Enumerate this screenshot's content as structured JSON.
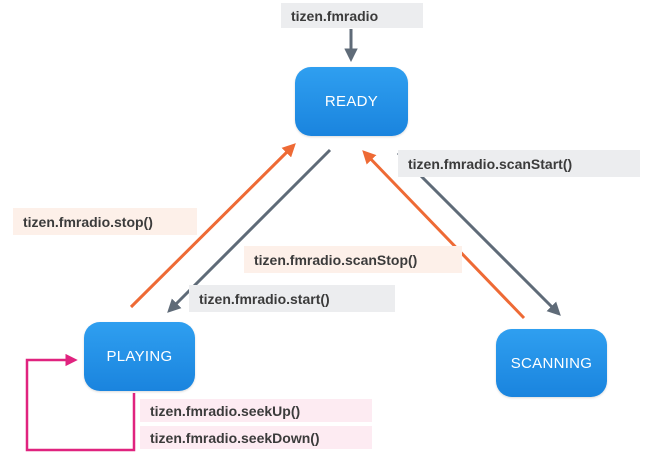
{
  "states": {
    "ready": "READY",
    "playing": "PLAYING",
    "scanning": "SCANNING"
  },
  "transitions": {
    "init": "tizen.fmradio",
    "scan_start": "tizen.fmradio.scanStart()",
    "stop": "tizen.fmradio.stop()",
    "scan_stop": "tizen.fmradio.scanStop()",
    "start": "tizen.fmradio.start()",
    "seek_up": "tizen.fmradio.seekUp()",
    "seek_down": "tizen.fmradio.seekDown()"
  },
  "colors": {
    "state_fill": "#1a84de",
    "arrow_gray": "#5f6b78",
    "arrow_orange": "#ee6a35",
    "arrow_pink": "#e0237f"
  }
}
